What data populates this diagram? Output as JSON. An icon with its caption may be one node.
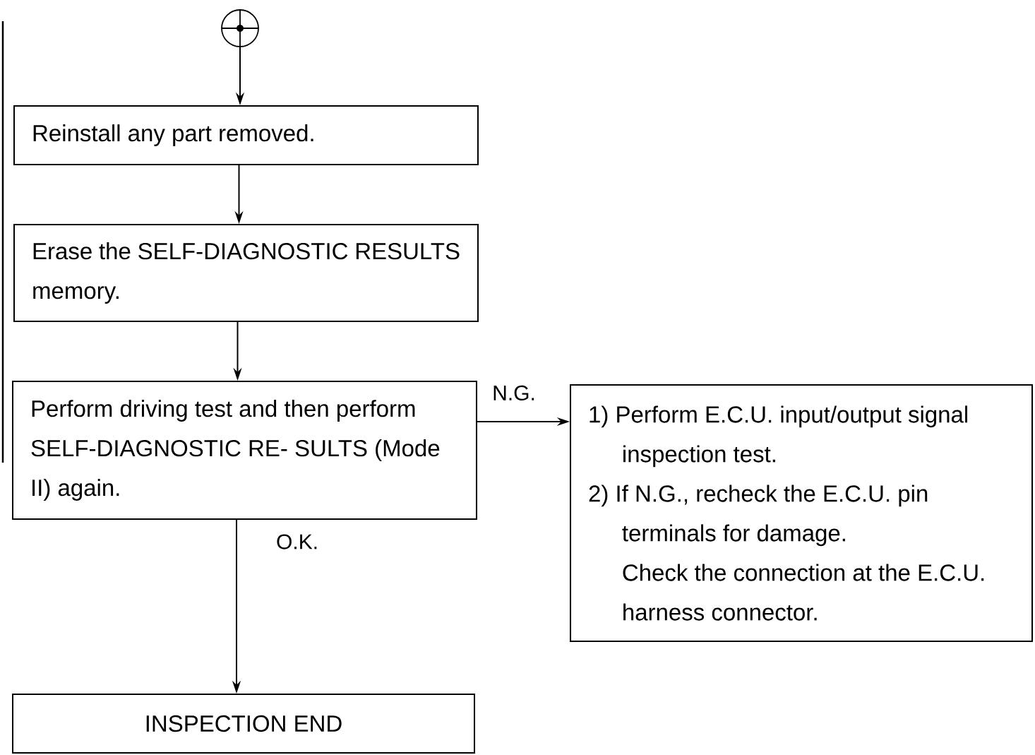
{
  "diagram": {
    "nodes": [
      {
        "text": [],
        "shape": "circle"
      },
      {
        "text": [
          "Reinstall any part removed."
        ]
      },
      {
        "text": [
          "Erase the SELF-DIAGNOSTIC RESULTS memory."
        ]
      },
      {
        "text": [
          "Perform driving test and then perform SELF-DIAGNOSTIC RE- SULTS (Mode II) again."
        ]
      },
      {
        "text": [
          "1) Perform E.C.U. input/output signal inspection test.",
          "2) If N.G., recheck the E.C.U. pin terminals for damage.",
          "Check the connection at the E.C.U. harness connector."
        ]
      },
      {
        "text": [
          "INSPECTION END"
        ]
      }
    ],
    "edges": [
      {
        "from": 0,
        "to": 1,
        "arrow": "to"
      },
      {
        "from": 1,
        "to": 2,
        "arrow": "to"
      },
      {
        "from": 2,
        "to": 3,
        "arrow": "to"
      },
      {
        "from": 3,
        "to": 4,
        "arrow": "to",
        "label": "N.G."
      },
      {
        "from": 3,
        "to": 5,
        "arrow": "to",
        "label": "O.K."
      }
    ]
  }
}
